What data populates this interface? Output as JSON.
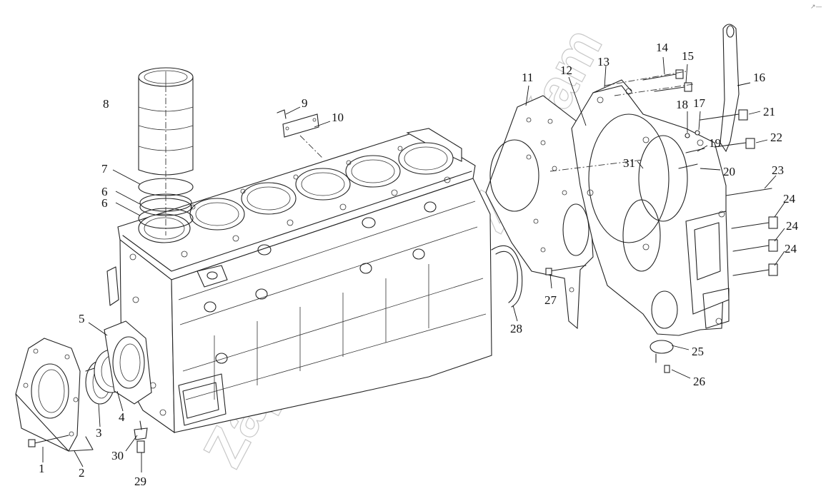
{
  "watermark": "ZapKam",
  "corner_mark": "↗—",
  "callouts": [
    {
      "id": "1",
      "label": "1"
    },
    {
      "id": "2",
      "label": "2"
    },
    {
      "id": "3",
      "label": "3"
    },
    {
      "id": "4",
      "label": "4"
    },
    {
      "id": "5",
      "label": "5"
    },
    {
      "id": "6a",
      "label": "6"
    },
    {
      "id": "6b",
      "label": "6"
    },
    {
      "id": "7",
      "label": "7"
    },
    {
      "id": "8",
      "label": "8"
    },
    {
      "id": "9",
      "label": "9"
    },
    {
      "id": "10",
      "label": "10"
    },
    {
      "id": "11",
      "label": "11"
    },
    {
      "id": "12",
      "label": "12"
    },
    {
      "id": "13",
      "label": "13"
    },
    {
      "id": "14",
      "label": "14"
    },
    {
      "id": "15",
      "label": "15"
    },
    {
      "id": "16",
      "label": "16"
    },
    {
      "id": "17",
      "label": "17"
    },
    {
      "id": "18",
      "label": "18"
    },
    {
      "id": "19",
      "label": "19"
    },
    {
      "id": "20",
      "label": "20"
    },
    {
      "id": "21",
      "label": "21"
    },
    {
      "id": "22",
      "label": "22"
    },
    {
      "id": "23",
      "label": "23"
    },
    {
      "id": "24a",
      "label": "24"
    },
    {
      "id": "24b",
      "label": "24"
    },
    {
      "id": "24c",
      "label": "24"
    },
    {
      "id": "25",
      "label": "25"
    },
    {
      "id": "26",
      "label": "26"
    },
    {
      "id": "27",
      "label": "27"
    },
    {
      "id": "28",
      "label": "28"
    },
    {
      "id": "29",
      "label": "29"
    },
    {
      "id": "30",
      "label": "30"
    },
    {
      "id": "31",
      "label": "31"
    }
  ]
}
